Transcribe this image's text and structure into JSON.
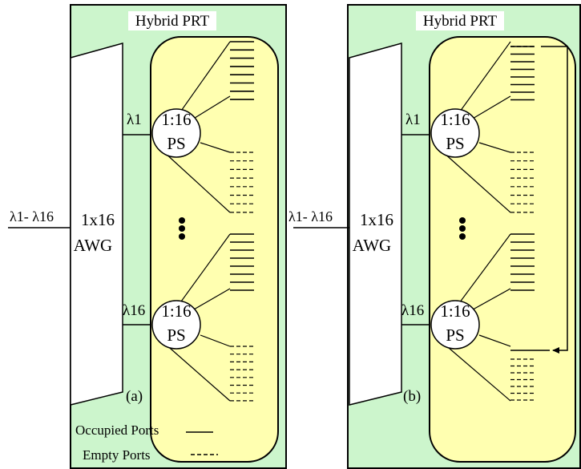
{
  "colors": {
    "panel_fill": "#ccf5cc",
    "splitter_box_fill": "#ffffb0",
    "stroke": "#000000",
    "label_background": "#ffffff"
  },
  "panels": [
    {
      "title": "Hybrid PRT",
      "input_label": "λ1- λ16",
      "awg_label_line1": "1x16",
      "awg_label_line2": "AWG",
      "top_splitter": {
        "wavelength": "λ1",
        "ratio": "1:16",
        "type": "PS"
      },
      "bottom_splitter": {
        "wavelength": "λ16",
        "ratio": "1:16",
        "type": "PS"
      },
      "tag": "(a)",
      "has_loopback": false
    },
    {
      "title": "Hybrid PRT",
      "input_label": "λ1- λ16",
      "awg_label_line1": "1x16",
      "awg_label_line2": "AWG",
      "top_splitter": {
        "wavelength": "λ1",
        "ratio": "1:16",
        "type": "PS"
      },
      "bottom_splitter": {
        "wavelength": "λ16",
        "ratio": "1:16",
        "type": "PS"
      },
      "tag": "(b)",
      "has_loopback": true
    }
  ],
  "legend": {
    "occupied_label": "Occupied Ports",
    "empty_label": "Empty Ports"
  }
}
